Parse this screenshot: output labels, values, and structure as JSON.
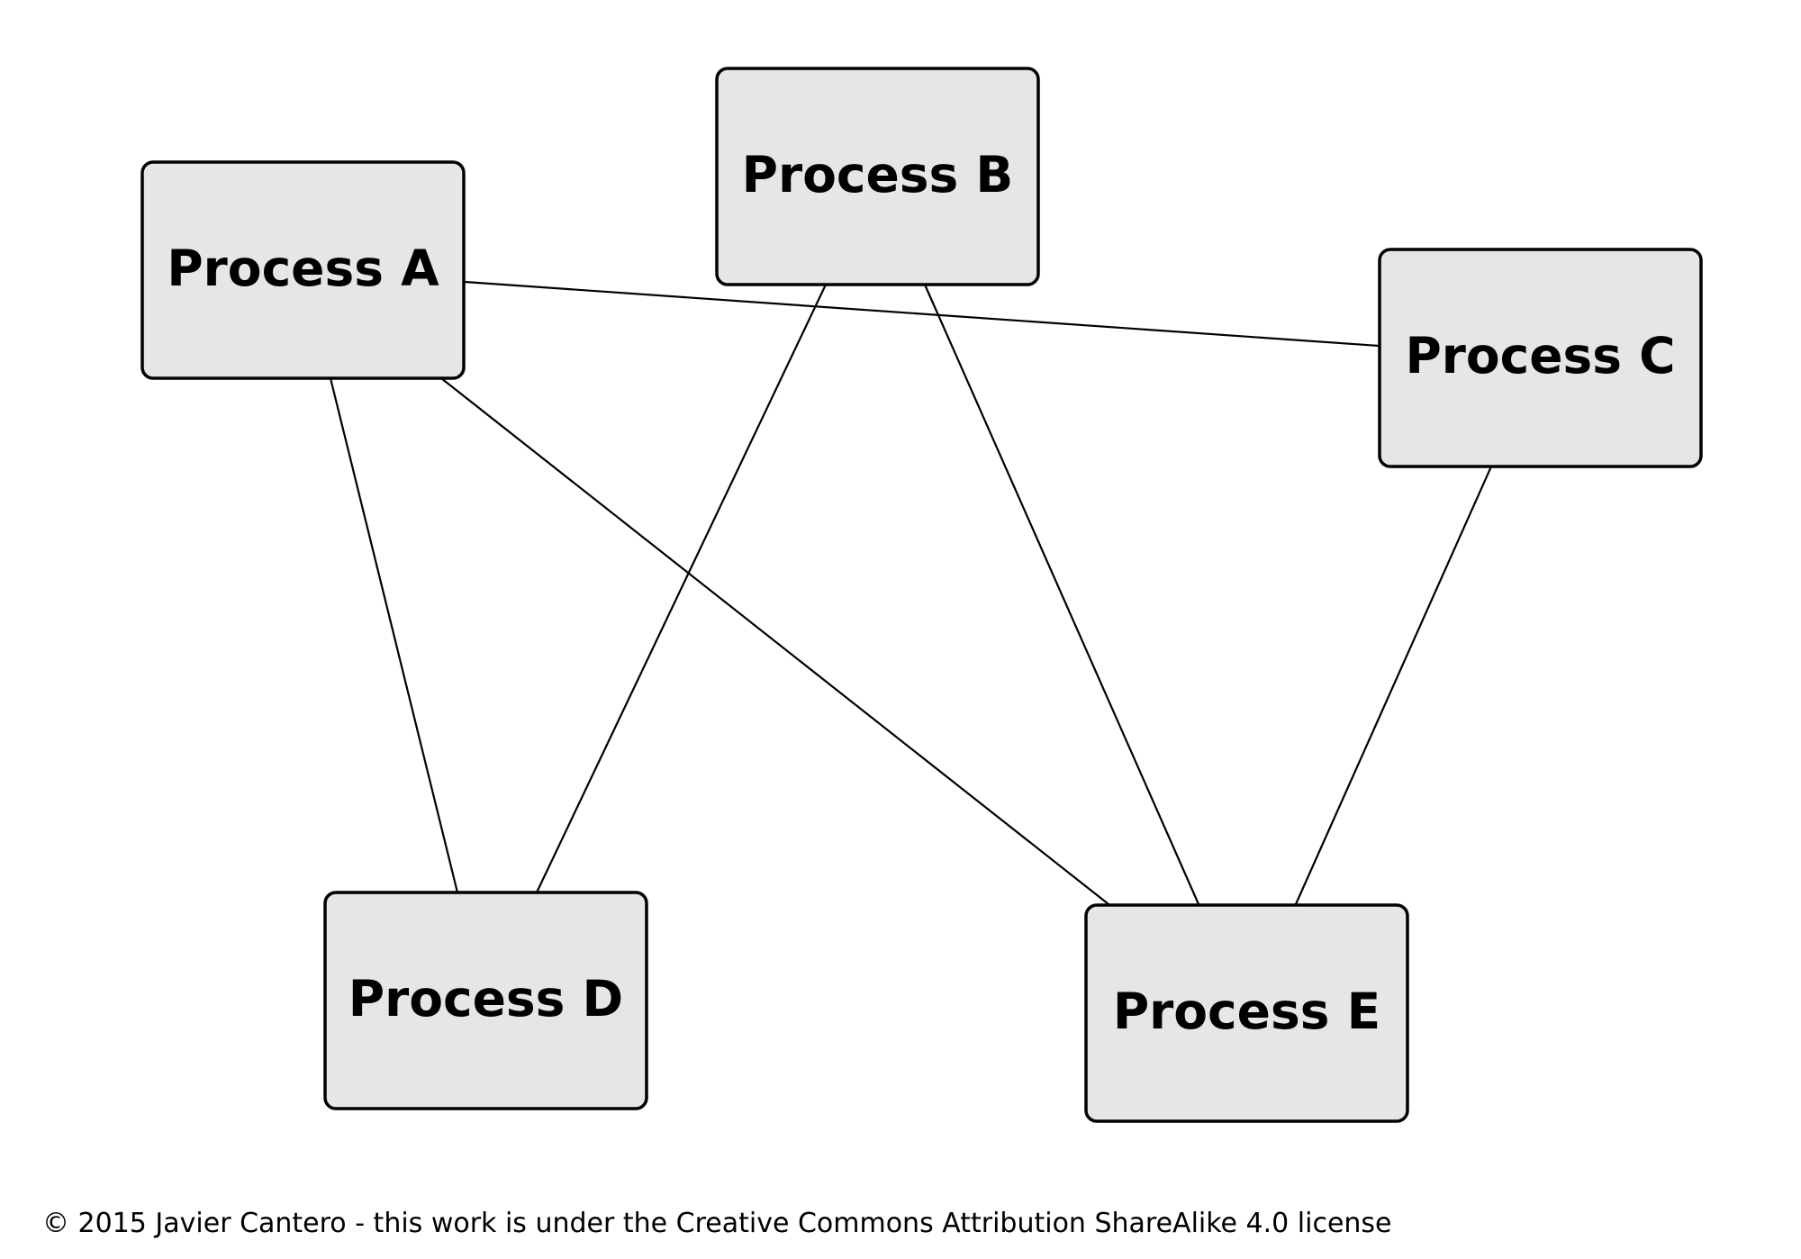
{
  "diagram": {
    "nodes": [
      {
        "id": "A",
        "label": "Process A"
      },
      {
        "id": "B",
        "label": "Process B"
      },
      {
        "id": "C",
        "label": "Process C"
      },
      {
        "id": "D",
        "label": "Process D"
      },
      {
        "id": "E",
        "label": "Process E"
      }
    ],
    "edges": [
      {
        "from": "A",
        "to": "C"
      },
      {
        "from": "A",
        "to": "D"
      },
      {
        "from": "A",
        "to": "E"
      },
      {
        "from": "B",
        "to": "D"
      },
      {
        "from": "B",
        "to": "E"
      },
      {
        "from": "C",
        "to": "E"
      }
    ],
    "colors": {
      "node_fill": "#e6e6e6",
      "stroke": "#000000",
      "background": "#ffffff"
    }
  },
  "footer": {
    "license_text": "© 2015 Javier Cantero - this work is under the Creative Commons Attribution ShareAlike 4.0 license"
  }
}
